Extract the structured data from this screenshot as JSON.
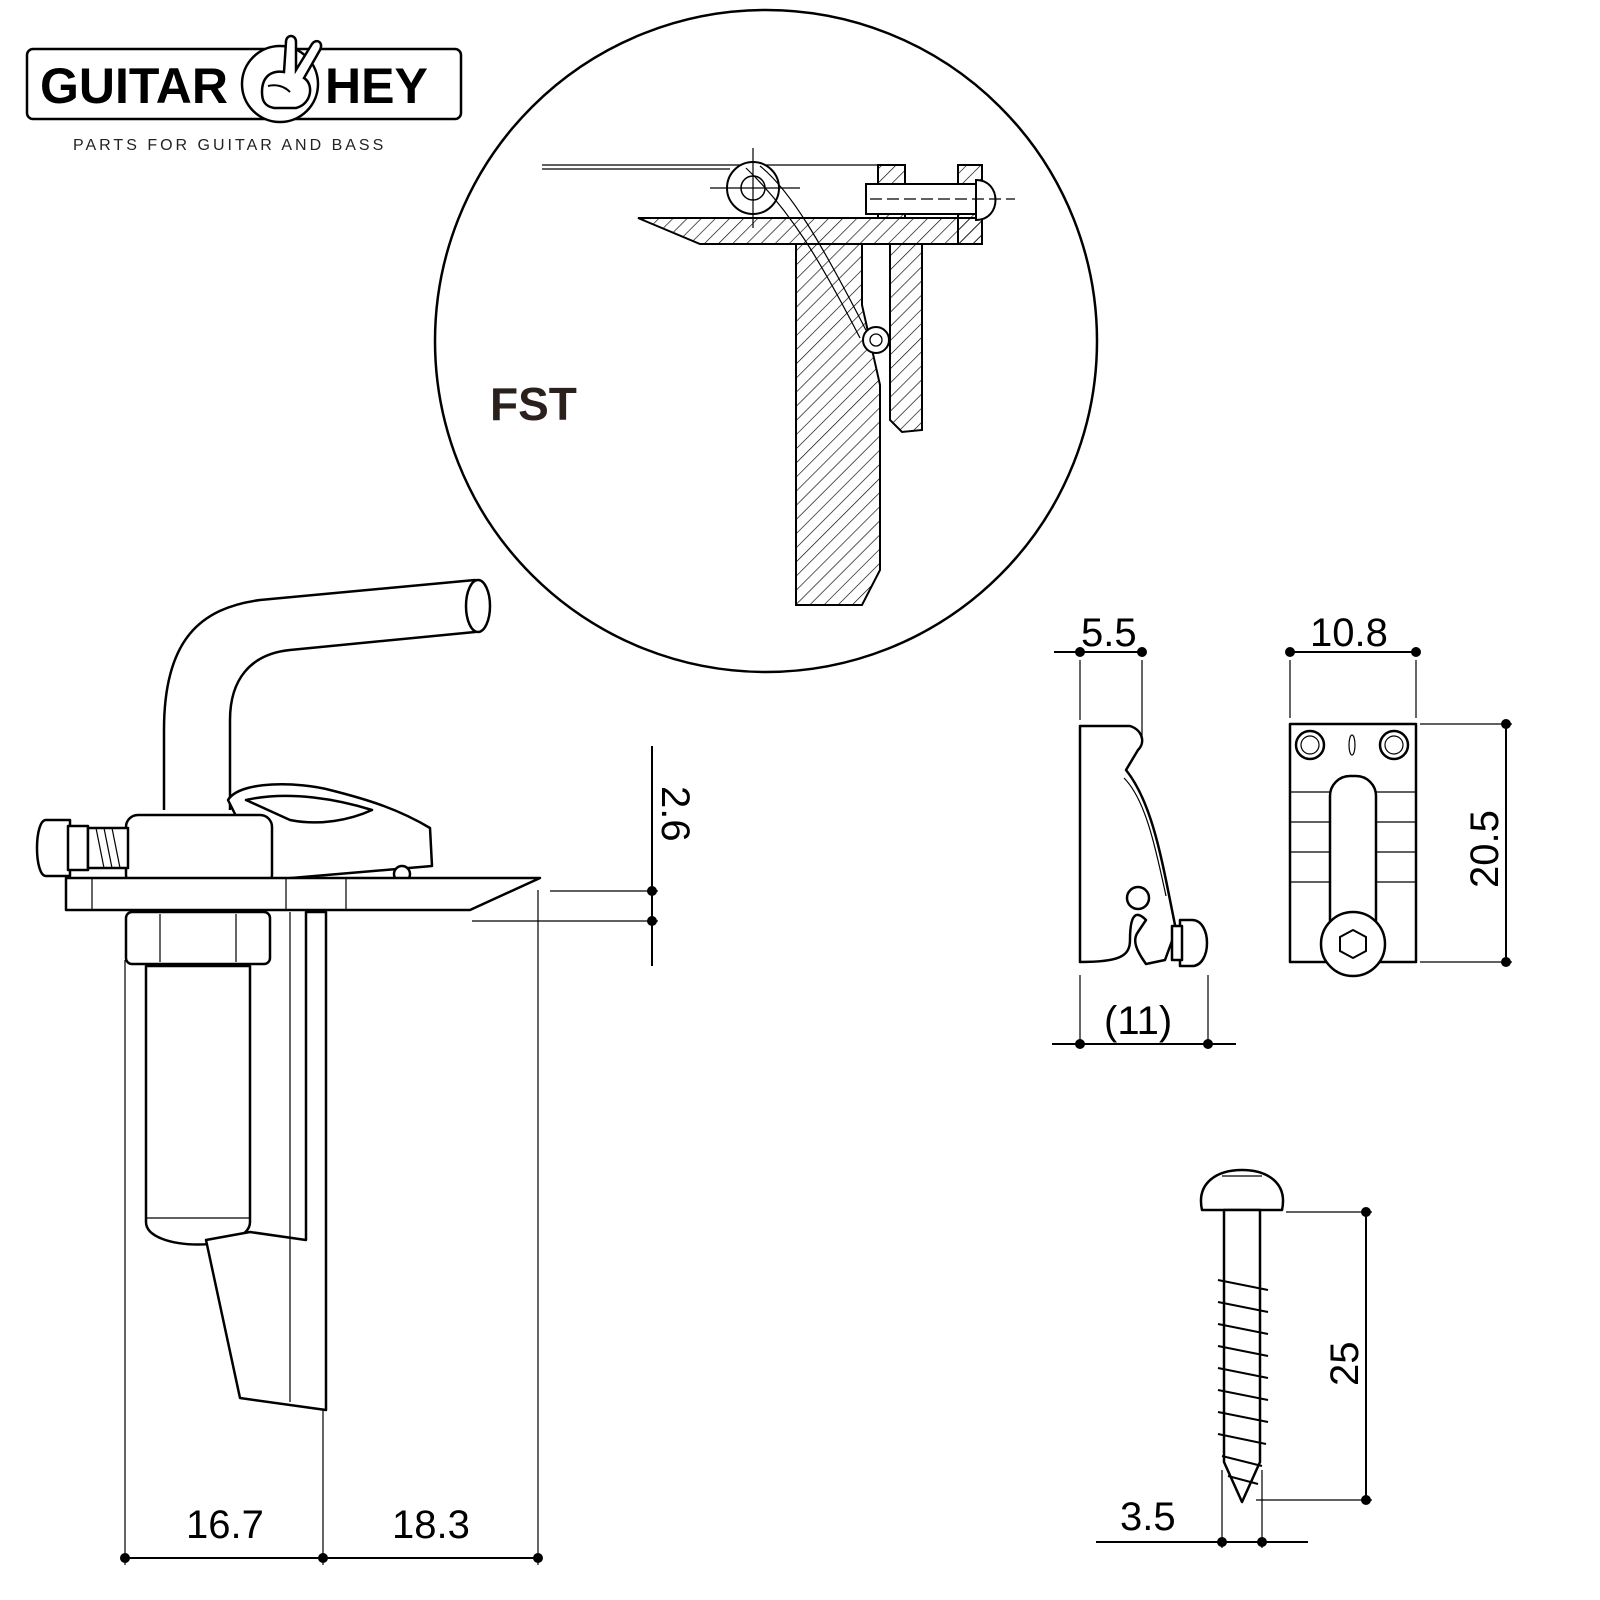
{
  "logo": {
    "left_word": "GUITAR",
    "right_word": "HEY",
    "tagline": "PARTS FOR GUITAR AND BASS"
  },
  "detail": {
    "label": "FST"
  },
  "dimensions": {
    "stopper_width_a": "16.7",
    "stopper_width_b": "18.3",
    "plate_thickness": "2.6",
    "side_depth": "5.5",
    "side_overall": "(11)",
    "top_width": "10.8",
    "top_length": "20.5",
    "screw_length": "25",
    "screw_diameter": "3.5"
  }
}
